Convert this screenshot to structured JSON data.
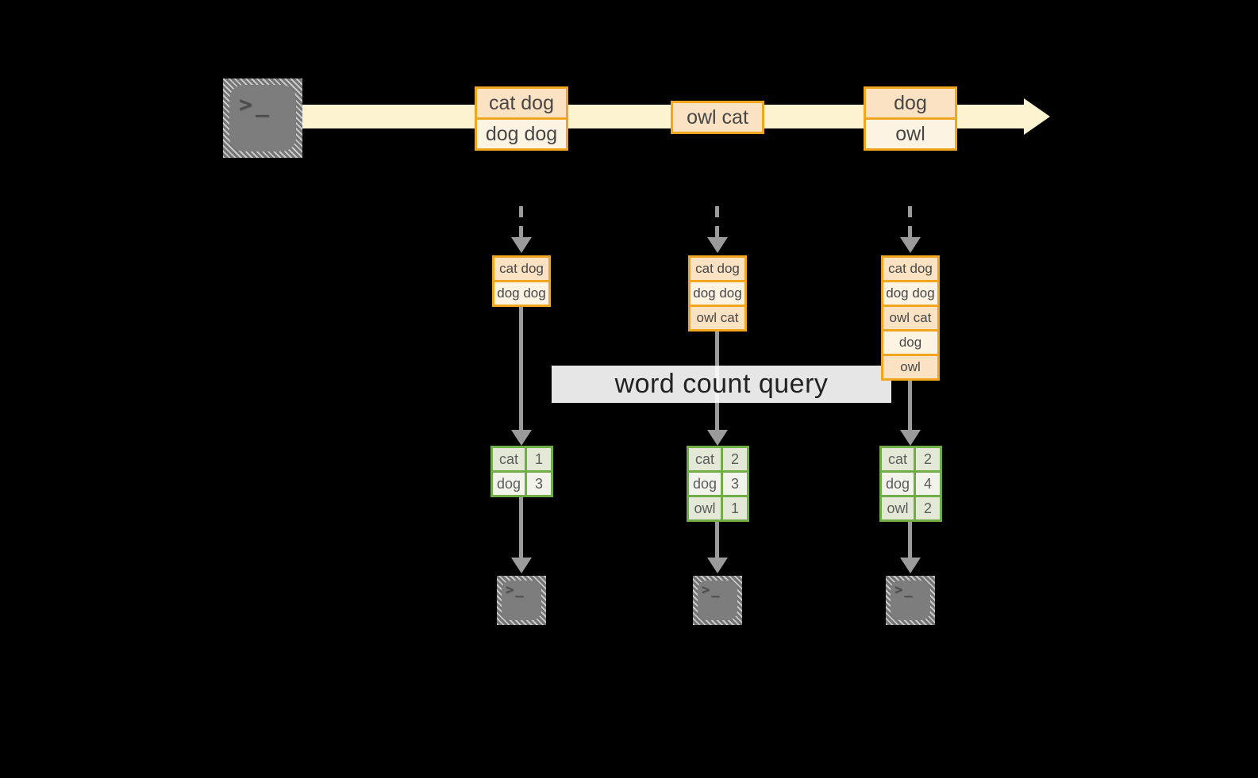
{
  "banner": {
    "label": "word count query"
  },
  "icons": {
    "terminal_glyph": ">_"
  },
  "colors": {
    "background": "#000000",
    "stream_fill": "#fdf3d0",
    "event_border": "#f0a71f",
    "event_fill_dark": "#fbe2c3",
    "event_fill_light": "#fdf3e3",
    "table_border": "#70ad47",
    "table_fill_dark": "#e3e9d6",
    "table_fill_light": "#f2f4ec",
    "arrow_gray": "#9b9b9b",
    "terminal_gray": "#7d7d7d"
  },
  "stream": {
    "events": [
      {
        "lines": [
          "cat dog",
          "dog dog"
        ]
      },
      {
        "lines": [
          "owl cat"
        ]
      },
      {
        "lines": [
          "dog",
          "owl"
        ]
      }
    ]
  },
  "columns": [
    {
      "buffer": [
        "cat dog",
        "dog dog"
      ],
      "counts": [
        [
          "cat",
          "1"
        ],
        [
          "dog",
          "3"
        ]
      ]
    },
    {
      "buffer": [
        "cat dog",
        "dog dog",
        "owl cat"
      ],
      "counts": [
        [
          "cat",
          "2"
        ],
        [
          "dog",
          "3"
        ],
        [
          "owl",
          "1"
        ]
      ]
    },
    {
      "buffer": [
        "cat dog",
        "dog dog",
        "owl cat",
        "dog",
        "owl"
      ],
      "counts": [
        [
          "cat",
          "2"
        ],
        [
          "dog",
          "4"
        ],
        [
          "owl",
          "2"
        ]
      ]
    }
  ]
}
